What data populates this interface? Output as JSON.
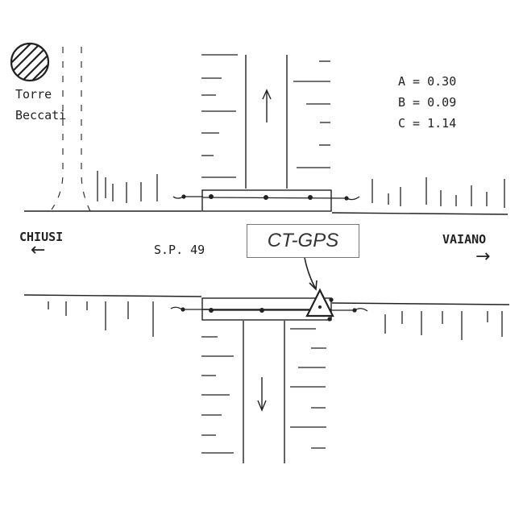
{
  "landmark": {
    "line1": "Torre",
    "line2": "Beccati"
  },
  "parameters": [
    {
      "text": "A = 0.30"
    },
    {
      "text": "B = 0.09"
    },
    {
      "text": "C = 1.14"
    }
  ],
  "road": {
    "label": "S.P. 49"
  },
  "direction_left": {
    "label": "CHIUSI",
    "arrow": "←"
  },
  "direction_right": {
    "label": "VAIANO",
    "arrow": "→"
  },
  "station": {
    "label": "CT-GPS"
  },
  "colors": {
    "ink": "#222222",
    "label_border": "#777777",
    "background": "#ffffff"
  }
}
